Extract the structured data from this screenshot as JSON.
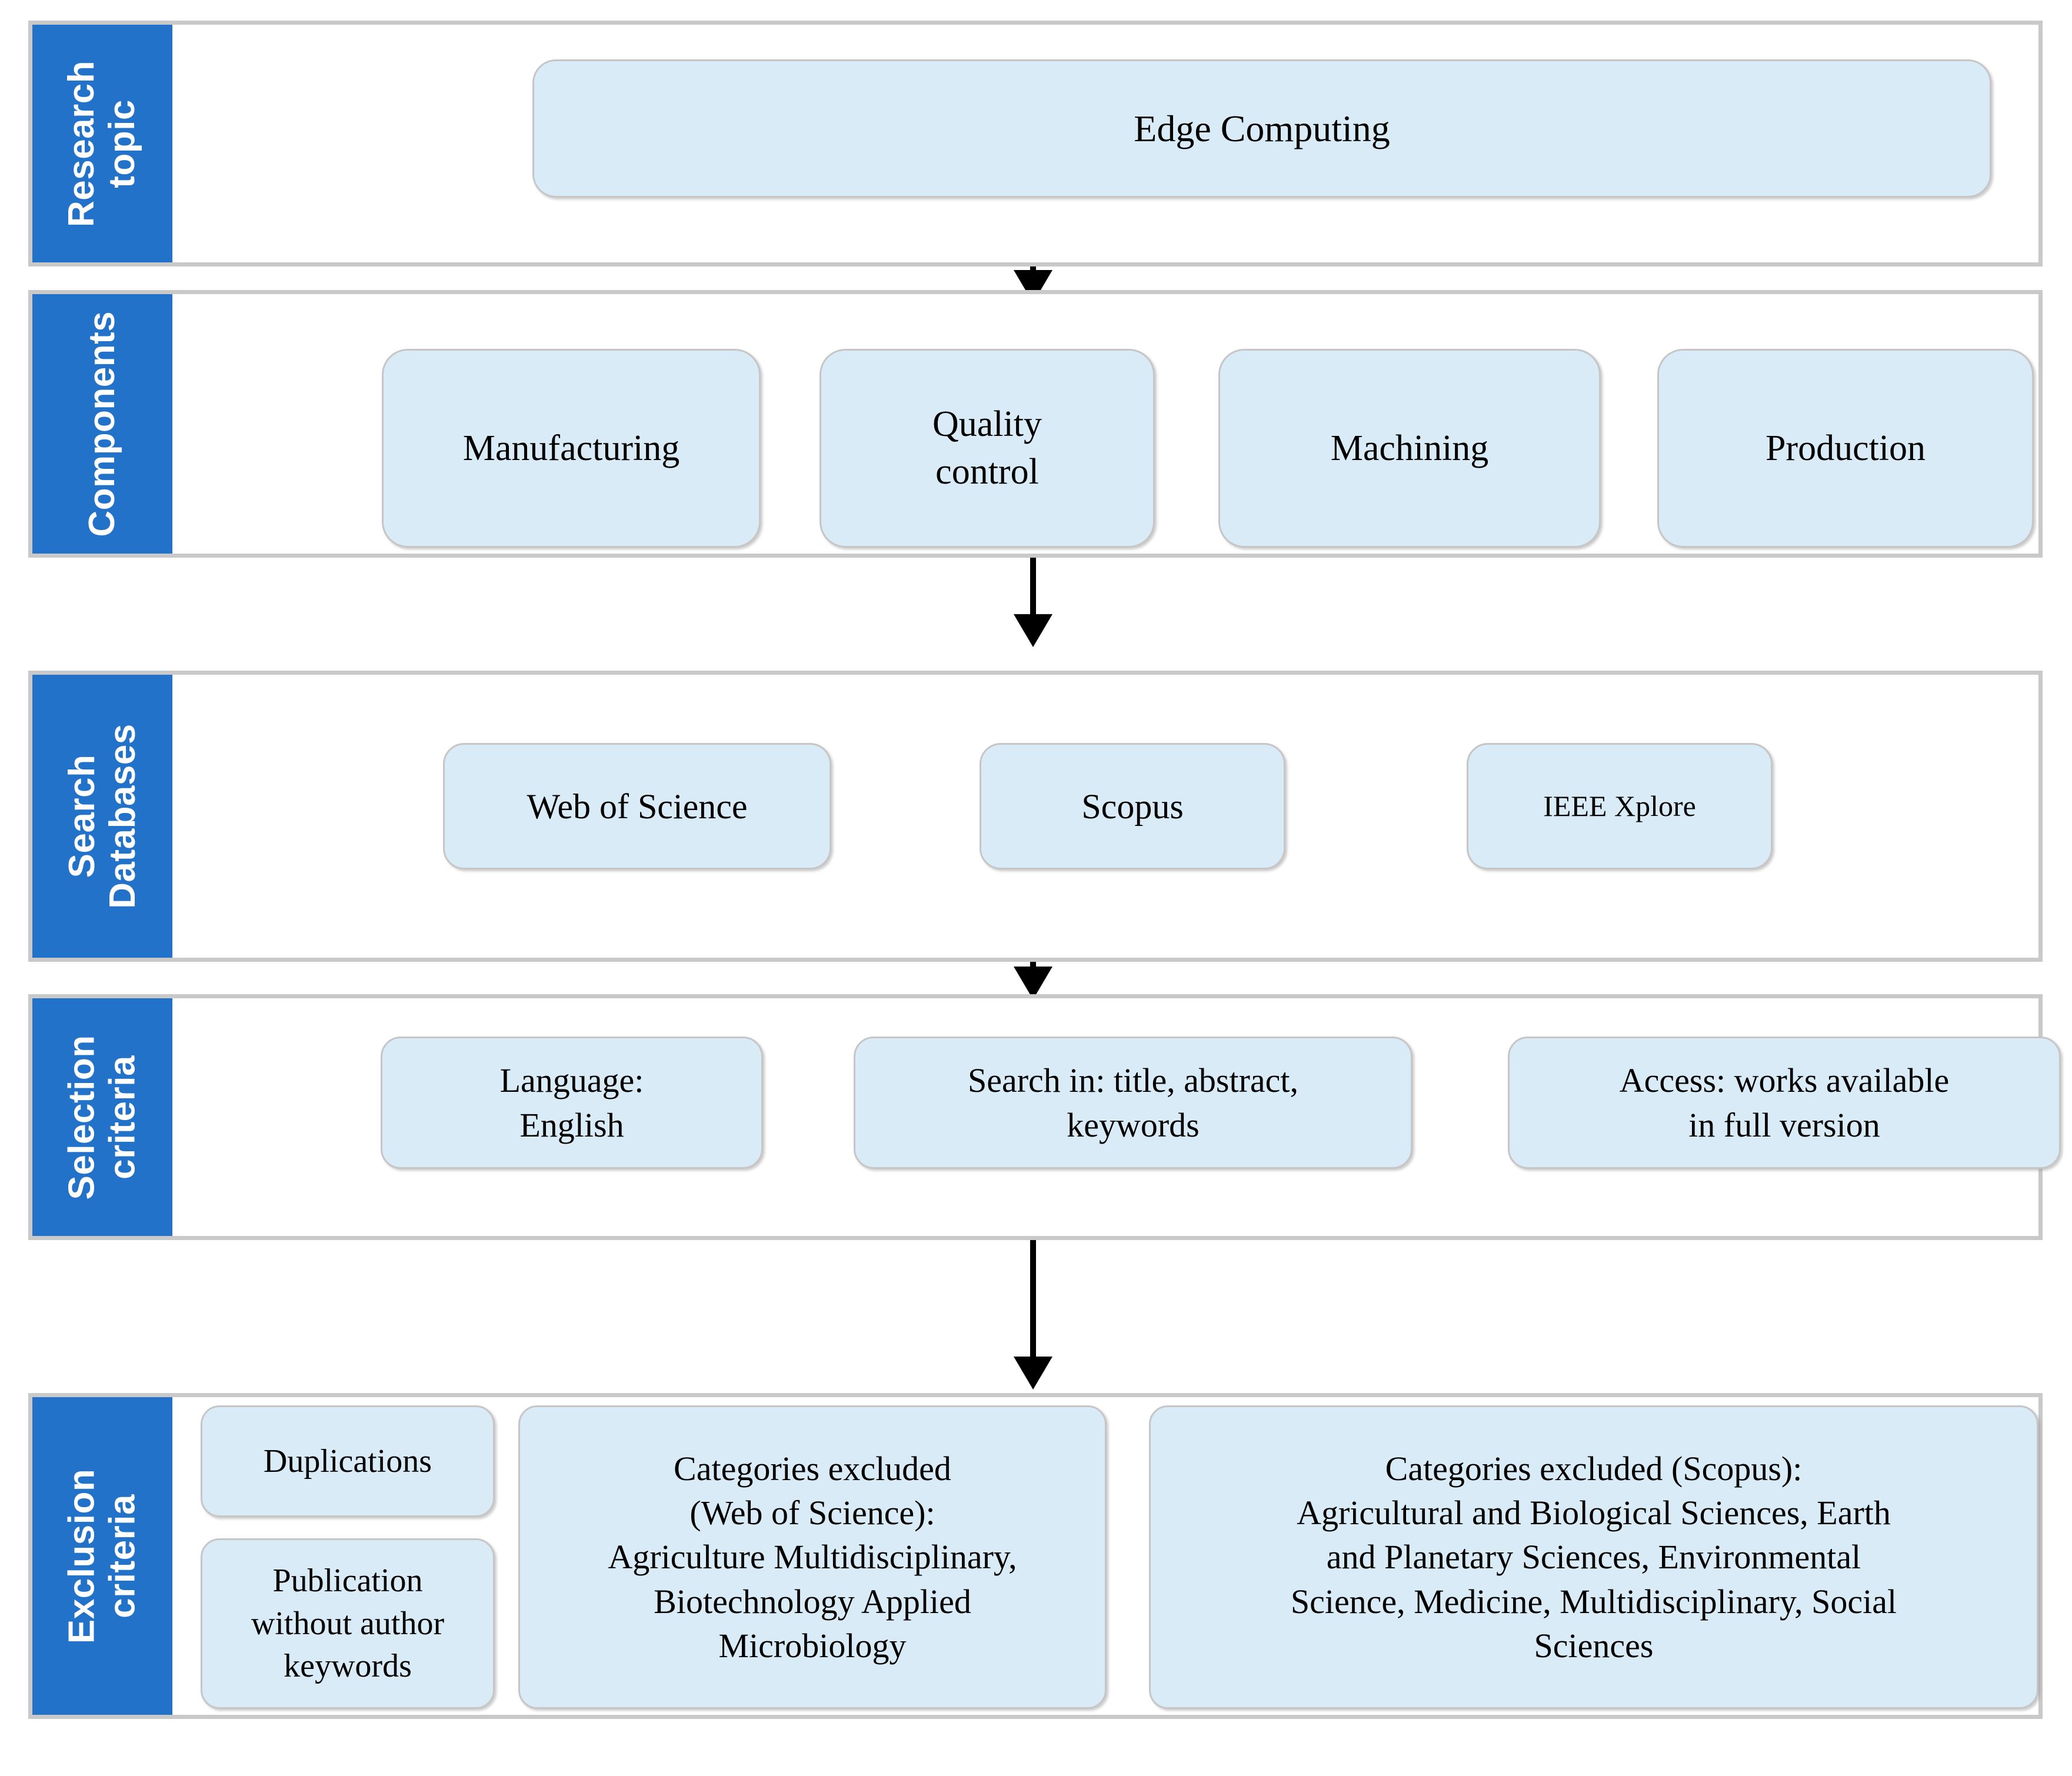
{
  "colors": {
    "label_blue": "#2272c9",
    "node_fill": "#daebf8",
    "node_border": "#c6c6c6",
    "frame_border": "#c9c9c9",
    "arrow": "#000000",
    "label_text": "#ffffff",
    "node_text": "#000000"
  },
  "stages": {
    "topic": {
      "label": "Research\ntopic",
      "node": "Edge Computing"
    },
    "components": {
      "label": "Components",
      "nodes": [
        "Manufacturing",
        "Quality\ncontrol",
        "Machining",
        "Production"
      ]
    },
    "databases": {
      "label": "Search\nDatabases",
      "nodes": [
        "Web of Science",
        "Scopus",
        "IEEE Xplore"
      ]
    },
    "selection": {
      "label": "Selection\ncriteria",
      "nodes": [
        "Language:\nEnglish",
        "Search in: title, abstract,\nkeywords",
        "Access: works available\nin full version"
      ]
    },
    "exclusion": {
      "label": "Exclusion criteria",
      "nodes": [
        "Duplications",
        "Publication\nwithout author\nkeywords",
        "Categories excluded\n(Web of Science):\nAgriculture Multidisciplinary,\nBiotechnology Applied\nMicrobiology",
        "Categories excluded (Scopus):\nAgricultural and Biological Sciences, Earth\nand Planetary Sciences, Environmental\nScience, Medicine, Multidisciplinary, Social\nSciences"
      ]
    }
  },
  "arrows": [
    {
      "name": "topic-to-components"
    },
    {
      "name": "components-to-databases"
    },
    {
      "name": "databases-to-selection"
    },
    {
      "name": "selection-to-exclusion"
    }
  ]
}
